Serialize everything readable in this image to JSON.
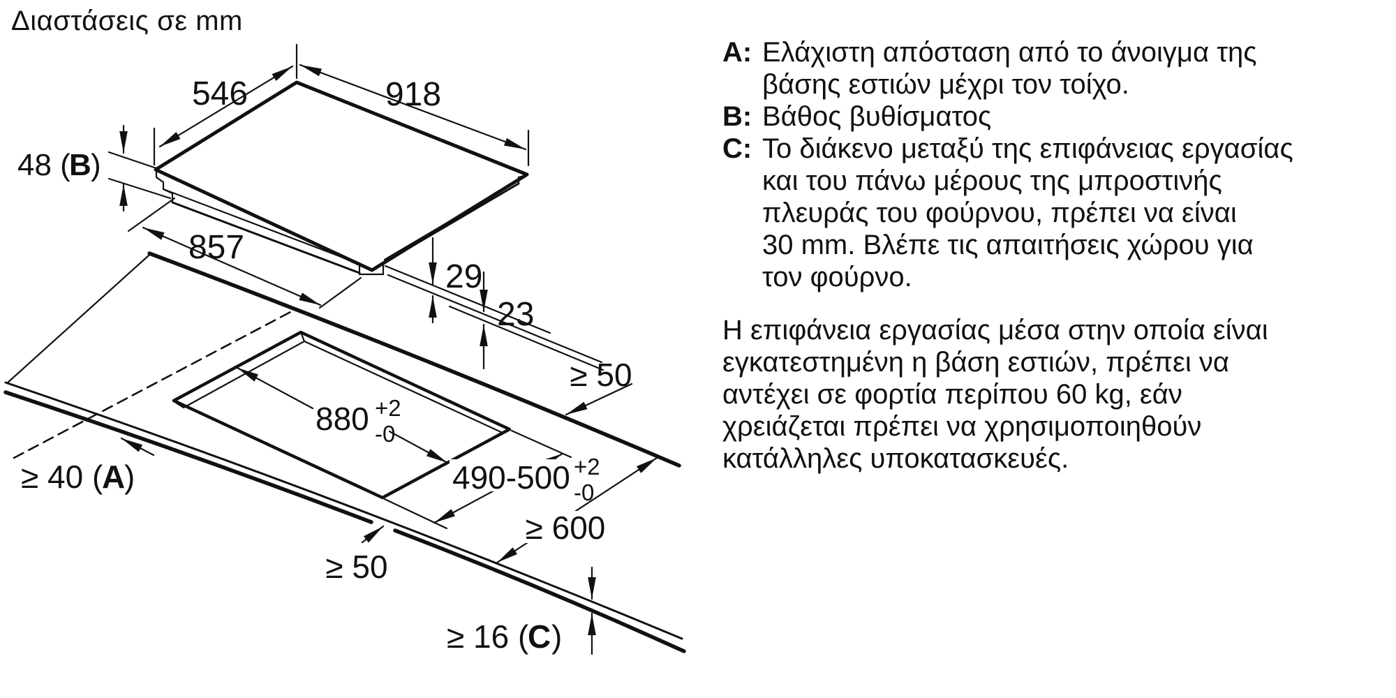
{
  "title": "Διαστάσεις σε mm",
  "drawing": {
    "unit_note": "mm",
    "dim_546": "546",
    "dim_918": "918",
    "dim_857": "857",
    "dim_29": "29",
    "dim_23": "23",
    "dim_b_prefix": "48 (",
    "dim_b_letter": "B",
    "dim_b_suffix": ")",
    "cutout_w": "880",
    "cutout_w_sup": "+2",
    "cutout_w_sub": "-0",
    "cutout_d": "490-500",
    "cutout_d_sup": "+2",
    "cutout_d_sub": "-0",
    "min_back": "≥ 50",
    "min_front": "≥ 50",
    "min_depth": "≥ 600",
    "min_a_prefix": "≥ 40 (",
    "min_a_letter": "A",
    "min_a_suffix": ")",
    "min_c_prefix": "≥ 16 (",
    "min_c_letter": "C",
    "min_c_suffix": ")"
  },
  "legend": {
    "items": [
      {
        "label": "A:",
        "lines": [
          "Ελάχιστη απόσταση από το άνοιγμα της",
          "βάσης εστιών μέχρι τον τοίχο."
        ]
      },
      {
        "label": "B:",
        "lines": [
          "Βάθος βυθίσματος"
        ]
      },
      {
        "label": "C:",
        "lines": [
          "Το διάκενο μεταξύ της επιφάνειας εργασίας",
          "και του πάνω μέρους της μπροστινής",
          "πλευράς του φούρνου, πρέπει να είναι",
          "30 mm. Βλέπε τις απαιτήσεις χώρου για",
          "τον φούρνο."
        ]
      }
    ],
    "paragraph_lines": [
      "Η επιφάνεια εργασίας μέσα στην οποία είναι",
      "εγκατεστημένη η βάση εστιών, πρέπει να",
      "αντέχει σε φορτία περίπου 60 kg, εάν",
      "χρειάζεται πρέπει να χρησιμοποιηθούν",
      "κατάλληλες υποκατασκευές."
    ]
  },
  "colors": {
    "ink": "#111111",
    "background": "#ffffff"
  }
}
